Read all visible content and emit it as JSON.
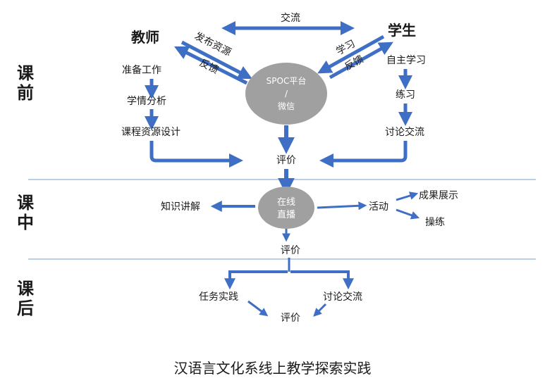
{
  "phases": {
    "pre": "课\n前",
    "in": "课\n中",
    "post": "课\n后"
  },
  "pre": {
    "teacher": "教师",
    "student": "学生",
    "exchange": "交流",
    "publish": "发布资源",
    "feedback_left": "反馈",
    "study": "学习",
    "feedback_right": "反馈",
    "platform_line1": "SPOC平台",
    "platform_line2": "/",
    "platform_line3": "微信",
    "teacher_steps": [
      "准备工作",
      "学情分析",
      "课程资源设计"
    ],
    "student_steps": [
      "自主学习",
      "练习",
      "讨论交流"
    ],
    "evaluate": "评价"
  },
  "in": {
    "live_line1": "在线",
    "live_line2": "直播",
    "knowledge": "知识讲解",
    "activity": "活动",
    "showcase": "成果展示",
    "practice": "操练",
    "evaluate": "评价"
  },
  "post": {
    "task": "任务实践",
    "discussion": "讨论交流",
    "evaluate": "评价"
  },
  "colors": {
    "arrow": "#3f6fc4",
    "divider": "#a9bde0",
    "ellipse": "#a0a0a0"
  },
  "caption": "汉语言文化系线上教学探索实践"
}
